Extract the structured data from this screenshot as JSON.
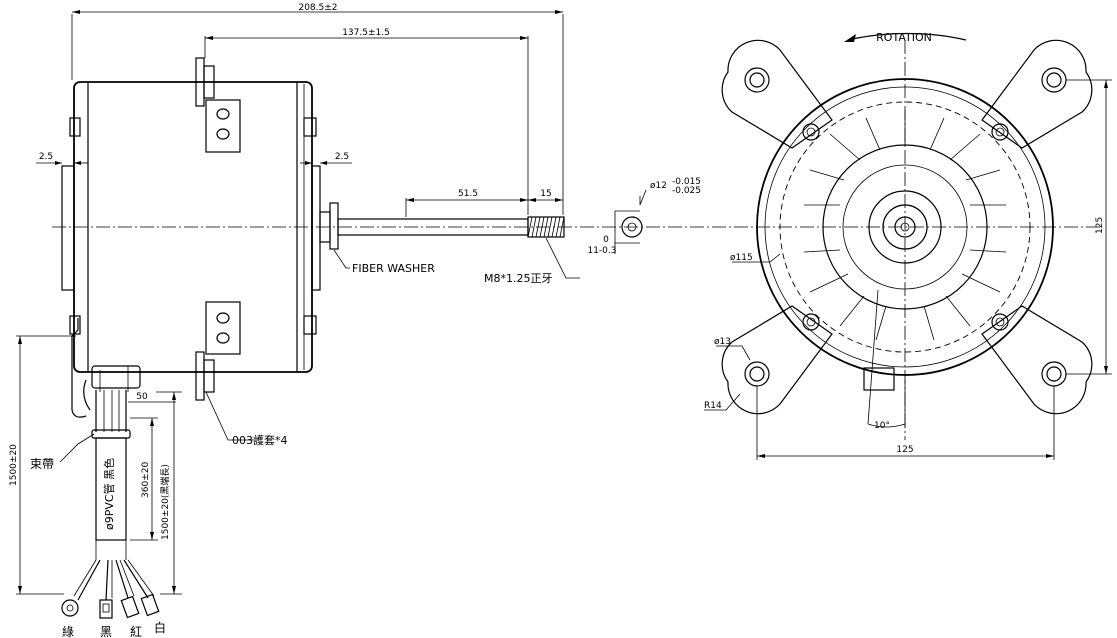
{
  "dimensions": {
    "overall_length": "208.5±2",
    "mount_span": "137.5±1.5",
    "left_offset": "2.5",
    "right_offset": "2.5",
    "shaft_length": "51.5",
    "thread_length": "15",
    "shaft_dia_main": "ø12",
    "shaft_dia_upper_tol": "-0.015",
    "shaft_dia_lower_tol": "-0.025",
    "flat_top": "0",
    "flat_bottom": "11-0.3",
    "lead_offset": "50",
    "lead_total": "1500±20",
    "lead_tube": "360±20",
    "lead_bundle": "1500±20(黑端長)",
    "body_dia": "ø115",
    "hole_dia": "ø13",
    "corner_radius": "R14",
    "bolt_spacing_h": "125",
    "bolt_spacing_v": "125",
    "angle": "10°"
  },
  "labels": {
    "rotation": "ROTATION",
    "fiber_washer": "FIBER WASHER",
    "thread_spec": "M8*1.25正牙",
    "bushing": "003護套*4",
    "cable_tie": "束帶",
    "pvc_tube": "ø9PVC管 黑色",
    "wire_green": "綠",
    "wire_black": "黑",
    "wire_red": "紅",
    "wire_white": "白"
  }
}
